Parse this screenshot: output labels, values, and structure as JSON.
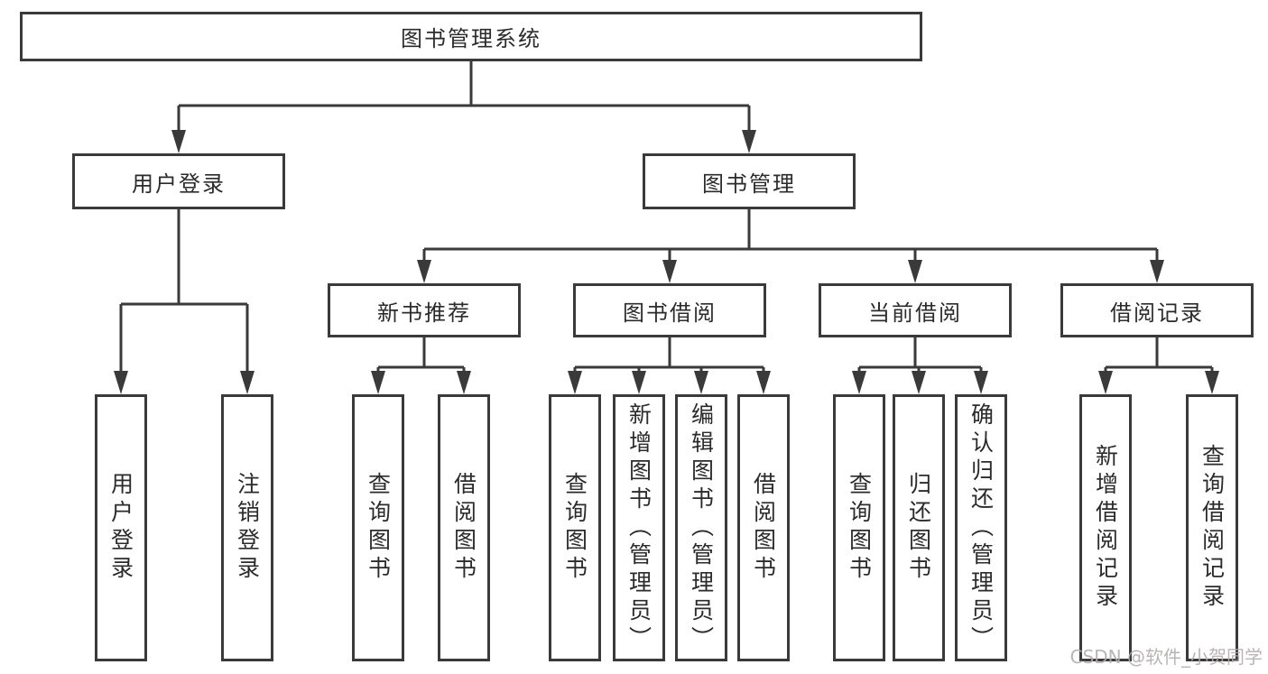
{
  "diagram_type": "hierarchy-tree",
  "colors": {
    "line": "#3a3a3a",
    "text": "#2b2b2b",
    "watermark": "#b3acac",
    "background": "#ffffff"
  },
  "watermark": "CSDN @软件_小贺同学",
  "tree": {
    "label": "图书管理系统",
    "children": [
      {
        "label": "用户登录",
        "children": [
          {
            "label": "用户登录"
          },
          {
            "label": "注销登录"
          }
        ]
      },
      {
        "label": "图书管理",
        "children": [
          {
            "label": "新书推荐",
            "children": [
              {
                "label": "查询图书"
              },
              {
                "label": "借阅图书"
              }
            ]
          },
          {
            "label": "图书借阅",
            "children": [
              {
                "label": "查询图书"
              },
              {
                "label": "新增图书（管理员）"
              },
              {
                "label": "编辑图书（管理员）"
              },
              {
                "label": "借阅图书"
              }
            ]
          },
          {
            "label": "当前借阅",
            "children": [
              {
                "label": "查询图书"
              },
              {
                "label": "归还图书"
              },
              {
                "label": "确认归还（管理员）"
              }
            ]
          },
          {
            "label": "借阅记录",
            "children": [
              {
                "label": "新增借阅记录"
              },
              {
                "label": "查询借阅记录"
              }
            ]
          }
        ]
      }
    ]
  }
}
